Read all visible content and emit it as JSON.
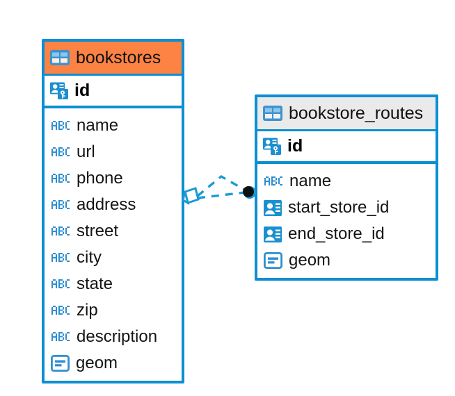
{
  "diagram": {
    "type": "entity-relationship-diagram",
    "background_color": "#ffffff",
    "accent_color": "#0b8fd2",
    "highlight_color": "#fd8344",
    "header_gray": "#eaeaea"
  },
  "tables": [
    {
      "name": "bookstores",
      "header_style": "orange",
      "table_icon": "table-icon",
      "primary_key": {
        "label": "id",
        "icon": "primary-key-icon"
      },
      "fields": [
        {
          "label": "name",
          "icon": "text-abc-icon"
        },
        {
          "label": "url",
          "icon": "text-abc-icon"
        },
        {
          "label": "phone",
          "icon": "text-abc-icon"
        },
        {
          "label": "address",
          "icon": "text-abc-icon"
        },
        {
          "label": "street",
          "icon": "text-abc-icon"
        },
        {
          "label": "city",
          "icon": "text-abc-icon"
        },
        {
          "label": "state",
          "icon": "text-abc-icon"
        },
        {
          "label": "zip",
          "icon": "text-abc-icon"
        },
        {
          "label": "description",
          "icon": "text-abc-icon"
        },
        {
          "label": "geom",
          "icon": "geometry-icon"
        }
      ]
    },
    {
      "name": "bookstore_routes",
      "header_style": "gray",
      "table_icon": "table-icon",
      "primary_key": {
        "label": "id",
        "icon": "primary-key-icon"
      },
      "fields": [
        {
          "label": "name",
          "icon": "text-abc-icon"
        },
        {
          "label": "start_store_id",
          "icon": "foreign-key-icon"
        },
        {
          "label": "end_store_id",
          "icon": "foreign-key-icon"
        },
        {
          "label": "geom",
          "icon": "geometry-icon"
        }
      ]
    }
  ],
  "relationship": {
    "style": "dashed",
    "color": "#1b9ad6",
    "left_endpoint": "diamond-endpoint",
    "right_endpoint": "filled-circle-endpoint",
    "endpoint_fill": "#101010"
  }
}
